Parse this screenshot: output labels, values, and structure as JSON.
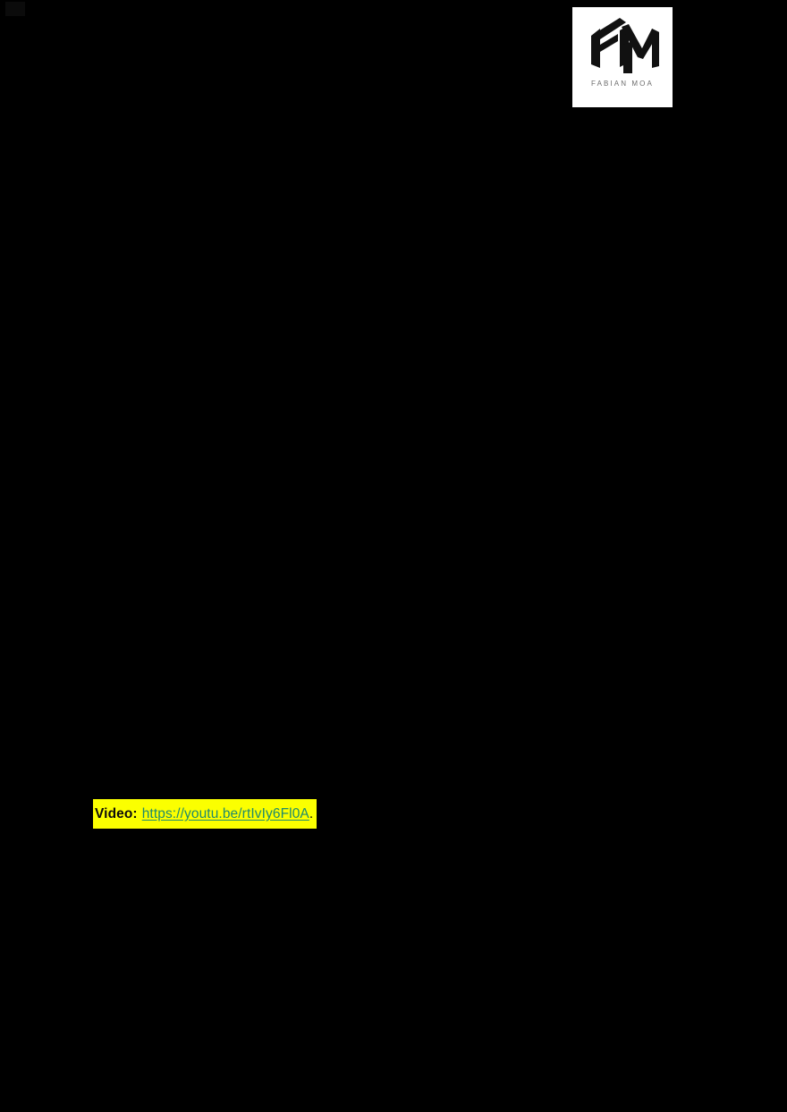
{
  "page": {
    "background_color": "#000000"
  },
  "logo": {
    "mark_alt": "FM monogram",
    "wordmark": "FABIAN MOA",
    "card_color": "#ffffff",
    "mark_color": "#111111",
    "wordmark_color": "#6d6d6d"
  },
  "video_line": {
    "label": "Video:",
    "url": "https://youtu.be/rtIvIy6Fl0A",
    "trailing": ".",
    "highlight_color": "#fbff00",
    "label_color": "#0c0c0c",
    "link_color": "#1f8a6d"
  }
}
